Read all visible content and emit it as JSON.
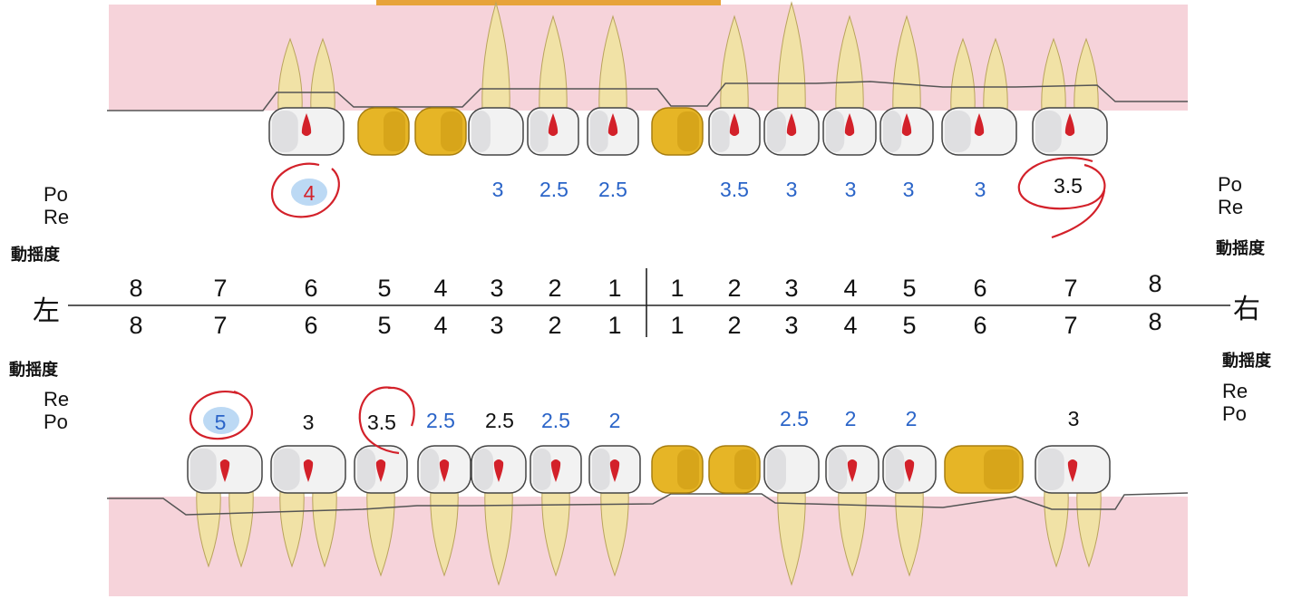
{
  "labels": {
    "po": "Po",
    "re": "Re",
    "mobility": "動揺度",
    "left": "左",
    "right": "右"
  },
  "tooth_numbers": [
    "8",
    "7",
    "6",
    "5",
    "4",
    "3",
    "2",
    "1",
    "1",
    "2",
    "3",
    "4",
    "5",
    "6",
    "7",
    "8"
  ],
  "colors": {
    "gum": "#f6d3da",
    "root": "#f1e2a6",
    "crown_natural": "#f2f2f2",
    "crown_gold": "#e6b526",
    "pulp": "#d3212a",
    "value_blue": "#2a64c8",
    "circle_red": "#d3212a",
    "highlight": "#bcd9f4"
  },
  "upper_values": [
    {
      "tooth": "6L",
      "value": "4",
      "color": "red",
      "circled": true,
      "highlight": true
    },
    {
      "tooth": "3L",
      "value": "3",
      "color": "blue"
    },
    {
      "tooth": "2L",
      "value": "2.5",
      "color": "blue"
    },
    {
      "tooth": "1L",
      "value": "2.5",
      "color": "blue"
    },
    {
      "tooth": "2R",
      "value": "3.5",
      "color": "blue"
    },
    {
      "tooth": "3R",
      "value": "3",
      "color": "blue"
    },
    {
      "tooth": "4R",
      "value": "3",
      "color": "blue"
    },
    {
      "tooth": "5R",
      "value": "3",
      "color": "blue"
    },
    {
      "tooth": "6R",
      "value": "3",
      "color": "blue"
    },
    {
      "tooth": "7R",
      "value": "3.5",
      "color": "black",
      "circled": true
    }
  ],
  "lower_values": [
    {
      "tooth": "7L",
      "value": "5",
      "color": "blue",
      "circled": true,
      "highlight": true
    },
    {
      "tooth": "6L",
      "value": "3",
      "color": "black"
    },
    {
      "tooth": "5L",
      "value": "3.5",
      "color": "black",
      "circled": true
    },
    {
      "tooth": "4L",
      "value": "2.5",
      "color": "blue"
    },
    {
      "tooth": "3L",
      "value": "2.5",
      "color": "black"
    },
    {
      "tooth": "2L",
      "value": "2.5",
      "color": "blue"
    },
    {
      "tooth": "1L",
      "value": "2",
      "color": "blue"
    },
    {
      "tooth": "3R",
      "value": "2.5",
      "color": "blue"
    },
    {
      "tooth": "4R",
      "value": "2",
      "color": "blue"
    },
    {
      "tooth": "5R",
      "value": "2",
      "color": "blue"
    },
    {
      "tooth": "7R",
      "value": "3",
      "color": "black"
    }
  ],
  "upper_teeth": [
    {
      "tooth": "7L",
      "present": false
    },
    {
      "tooth": "6L",
      "type": "molar",
      "crown": "natural",
      "pulp": true
    },
    {
      "tooth": "5L",
      "type": "pontic",
      "crown": "gold"
    },
    {
      "tooth": "4L",
      "type": "pontic",
      "crown": "gold"
    },
    {
      "tooth": "3L",
      "type": "canine",
      "crown": "natural",
      "pulp": false
    },
    {
      "tooth": "2L",
      "type": "incisor",
      "crown": "natural",
      "pulp": true
    },
    {
      "tooth": "1L",
      "type": "incisor",
      "crown": "natural",
      "pulp": true
    },
    {
      "tooth": "1R",
      "type": "pontic",
      "crown": "gold"
    },
    {
      "tooth": "2R",
      "type": "incisor",
      "crown": "natural",
      "pulp": true
    },
    {
      "tooth": "3R",
      "type": "canine",
      "crown": "natural",
      "pulp": true
    },
    {
      "tooth": "4R",
      "type": "premolar",
      "crown": "natural",
      "pulp": true
    },
    {
      "tooth": "5R",
      "type": "premolar",
      "crown": "natural",
      "pulp": true
    },
    {
      "tooth": "6R",
      "type": "molar",
      "crown": "natural",
      "pulp": true
    },
    {
      "tooth": "7R",
      "type": "molar",
      "crown": "natural",
      "pulp": true
    }
  ],
  "lower_teeth": [
    {
      "tooth": "7L",
      "type": "molar",
      "crown": "natural",
      "pulp": true
    },
    {
      "tooth": "6L",
      "type": "molar",
      "crown": "natural",
      "pulp": true
    },
    {
      "tooth": "5L",
      "type": "premolar",
      "crown": "natural",
      "pulp": true
    },
    {
      "tooth": "4L",
      "type": "premolar",
      "crown": "natural",
      "pulp": true
    },
    {
      "tooth": "3L",
      "type": "canine",
      "crown": "natural",
      "pulp": true
    },
    {
      "tooth": "2L",
      "type": "incisor",
      "crown": "natural",
      "pulp": true
    },
    {
      "tooth": "1L",
      "type": "incisor",
      "crown": "natural",
      "pulp": true
    },
    {
      "tooth": "1R",
      "type": "pontic",
      "crown": "gold"
    },
    {
      "tooth": "2R",
      "type": "pontic",
      "crown": "gold"
    },
    {
      "tooth": "3R",
      "type": "canine",
      "crown": "natural",
      "pulp": false
    },
    {
      "tooth": "4R",
      "type": "premolar",
      "crown": "natural",
      "pulp": true
    },
    {
      "tooth": "5R",
      "type": "premolar",
      "crown": "natural",
      "pulp": true
    },
    {
      "tooth": "6R",
      "type": "pontic-molar",
      "crown": "gold"
    },
    {
      "tooth": "7R",
      "type": "molar",
      "crown": "natural",
      "pulp": true
    }
  ]
}
